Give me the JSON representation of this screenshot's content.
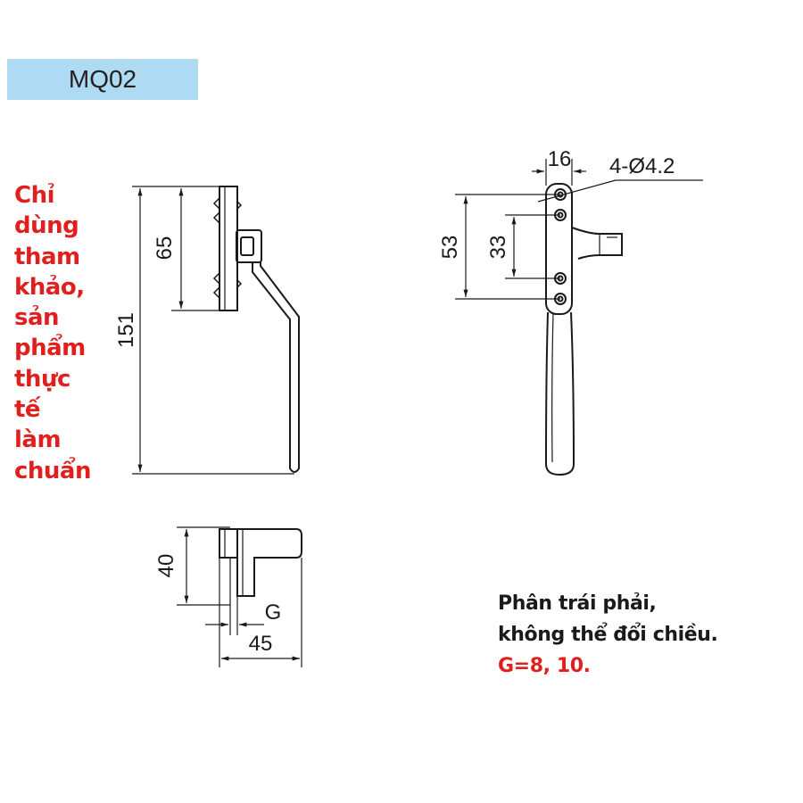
{
  "model": "MQ02",
  "note_left": [
    "Chỉ",
    "dùng",
    "tham",
    "khảo,",
    "sản",
    "phẩm",
    "thực",
    "tế",
    "làm",
    "chuẩn"
  ],
  "notes_right": {
    "line1": "Phân trái phải,",
    "line2": "không thể đổi chiều.",
    "line3": "G=8, 10."
  },
  "dimensions": {
    "side_total_height": "151",
    "side_base_height": "65",
    "bottom_depth": "40",
    "bottom_width": "45",
    "bottom_gap": "G",
    "front_base_width": "16",
    "front_hole_spec": "4-Ø4.2",
    "front_outer_spacing": "53",
    "front_inner_spacing": "33"
  },
  "colors": {
    "note_red": "#e0201e",
    "tag_blue": "#aedbf3",
    "line": "#1a1a1a"
  }
}
